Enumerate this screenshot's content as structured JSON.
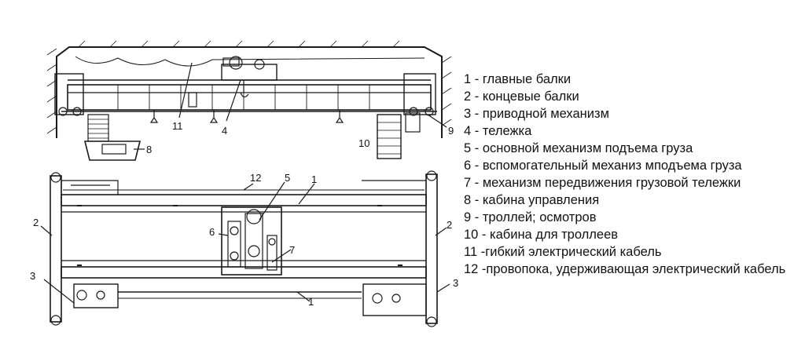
{
  "colors": {
    "line": "#1a1a1a",
    "background": "#ffffff"
  },
  "callouts": {
    "top_11": "11",
    "top_4": "4",
    "top_9": "9",
    "top_10": "10",
    "top_8": "8",
    "plan_12": "12",
    "plan_5": "5",
    "plan_1_top": "1",
    "plan_2_left": "2",
    "plan_2_right": "2",
    "plan_6": "6",
    "plan_7": "7",
    "plan_3_left": "3",
    "plan_3_right": "3",
    "plan_1_bottom": "1"
  },
  "legend": [
    {
      "text": "1 - главные балки"
    },
    {
      "text": "2 - концевые балки"
    },
    {
      "text": "3 - приводной  механизм"
    },
    {
      "text": "4 - тележка"
    },
    {
      "text": "5 - основной механизм подъема груза"
    },
    {
      "text": "6 - вспомогательный механиз мподъема груза"
    },
    {
      "text": "7 - механизм передвижения грузовой тележки"
    },
    {
      "text": "8 - кабина управления"
    },
    {
      "text": "9 - троллей; осмотров"
    },
    {
      "text": "10 - кабина для троллеев"
    },
    {
      "text": "11 -гибкий электрический кабель"
    },
    {
      "text": "12 -провопока, удерживающая электрический кабель"
    }
  ]
}
